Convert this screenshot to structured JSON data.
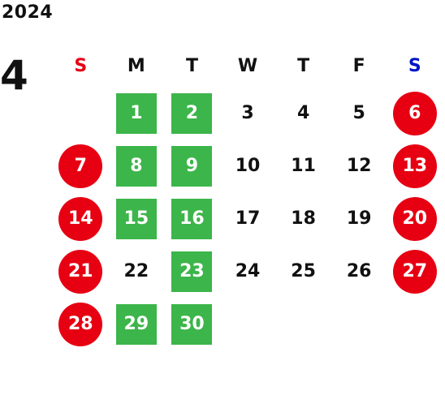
{
  "year": "2024",
  "month": "4",
  "colors": {
    "holiday": "#e60012",
    "closed": "#3cb54a",
    "sunday_label": "#e60012",
    "saturday_label": "#0014c8"
  },
  "weekdays": [
    "S",
    "M",
    "T",
    "W",
    "T",
    "F",
    "S"
  ],
  "weeks": [
    [
      {
        "d": "",
        "s": "none"
      },
      {
        "d": "1",
        "s": "green"
      },
      {
        "d": "2",
        "s": "green"
      },
      {
        "d": "3",
        "s": "none"
      },
      {
        "d": "4",
        "s": "none"
      },
      {
        "d": "5",
        "s": "none"
      },
      {
        "d": "6",
        "s": "red"
      }
    ],
    [
      {
        "d": "7",
        "s": "red"
      },
      {
        "d": "8",
        "s": "green"
      },
      {
        "d": "9",
        "s": "green"
      },
      {
        "d": "10",
        "s": "none"
      },
      {
        "d": "11",
        "s": "none"
      },
      {
        "d": "12",
        "s": "none"
      },
      {
        "d": "13",
        "s": "red"
      }
    ],
    [
      {
        "d": "14",
        "s": "red"
      },
      {
        "d": "15",
        "s": "green"
      },
      {
        "d": "16",
        "s": "green"
      },
      {
        "d": "17",
        "s": "none"
      },
      {
        "d": "18",
        "s": "none"
      },
      {
        "d": "19",
        "s": "none"
      },
      {
        "d": "20",
        "s": "red"
      }
    ],
    [
      {
        "d": "21",
        "s": "red"
      },
      {
        "d": "22",
        "s": "none"
      },
      {
        "d": "23",
        "s": "green"
      },
      {
        "d": "24",
        "s": "none"
      },
      {
        "d": "25",
        "s": "none"
      },
      {
        "d": "26",
        "s": "none"
      },
      {
        "d": "27",
        "s": "red"
      }
    ],
    [
      {
        "d": "28",
        "s": "red"
      },
      {
        "d": "29",
        "s": "green"
      },
      {
        "d": "30",
        "s": "green"
      },
      {
        "d": "",
        "s": "none"
      },
      {
        "d": "",
        "s": "none"
      },
      {
        "d": "",
        "s": "none"
      },
      {
        "d": "",
        "s": "none"
      }
    ]
  ]
}
